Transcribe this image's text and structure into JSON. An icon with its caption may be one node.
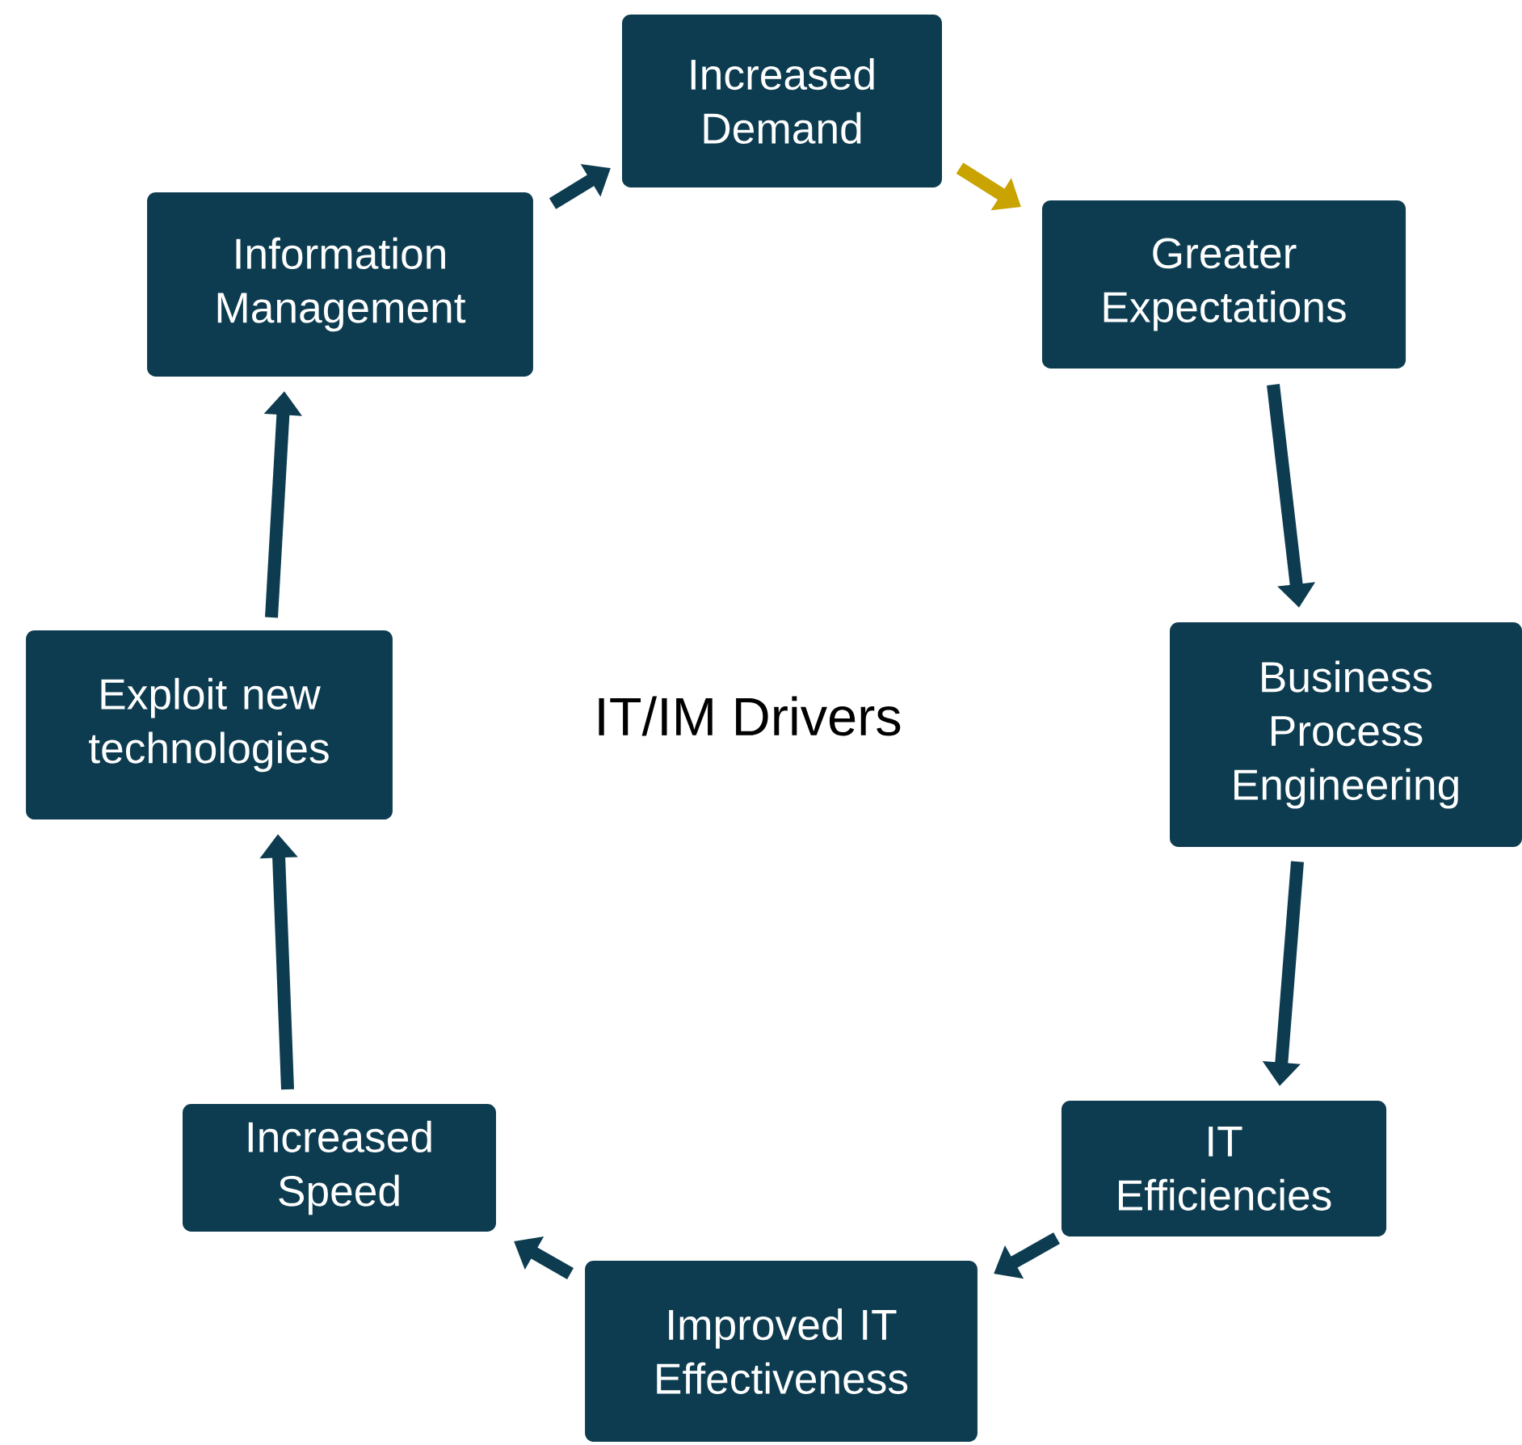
{
  "diagram": {
    "nodes": [
      {
        "text": [
          "Increased Demand"
        ]
      },
      {
        "text": [
          "Greater Expectations"
        ]
      },
      {
        "text": [
          "Business Process Engineering"
        ]
      },
      {
        "text": [
          "IT Efficiencies"
        ]
      },
      {
        "text": [
          "Improved IT Effectiveness"
        ]
      },
      {
        "text": [
          "Increased Speed"
        ]
      },
      {
        "text": [
          "Exploit new technologies"
        ]
      },
      {
        "text": [
          "Information Management"
        ]
      }
    ],
    "edges": [
      {
        "from": 0,
        "to": 1,
        "arrow": "to",
        "color": "#c9a400"
      },
      {
        "from": 1,
        "to": 2,
        "arrow": "to"
      },
      {
        "from": 2,
        "to": 3,
        "arrow": "to"
      },
      {
        "from": 3,
        "to": 4,
        "arrow": "to"
      },
      {
        "from": 4,
        "to": 5,
        "arrow": "to"
      },
      {
        "from": 5,
        "to": 6,
        "arrow": "to"
      },
      {
        "from": 6,
        "to": 7,
        "arrow": "to"
      },
      {
        "from": 7,
        "to": 0,
        "arrow": "to"
      }
    ],
    "labels": [
      "IT/IM Drivers"
    ]
  }
}
